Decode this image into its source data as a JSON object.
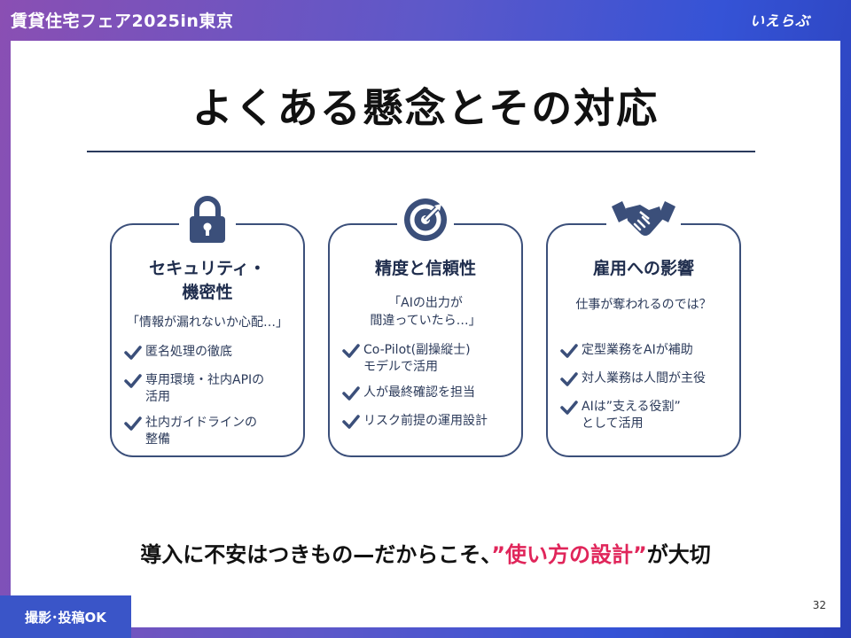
{
  "header": {
    "event_title": "賃貸住宅フェア2025in東京",
    "logo_text": "いえらぶ"
  },
  "slide": {
    "title": "よくある懸念とその対応",
    "cards": [
      {
        "icon": "lock-icon",
        "title": "セキュリティ・\n機密性",
        "subtitle": "「情報が漏れないか心配…」",
        "items": [
          "匿名処理の徹底",
          "専用環境・社内APIの\n活用",
          "社内ガイドラインの\n整備"
        ]
      },
      {
        "icon": "target-icon",
        "title": "精度と信頼性",
        "subtitle": "「AIの出力が\n間違っていたら…」",
        "items": [
          "Co-Pilot(副操縦士)\nモデルで活用",
          "人が最終確認を担当",
          "リスク前提の運用設計"
        ]
      },
      {
        "icon": "handshake-icon",
        "title": "雇用への影響",
        "subtitle": "仕事が奪われるのでは？",
        "items": [
          "定型業務をAIが補助",
          "対人業務は人間が主役",
          "AIは”支える役割”\nとして活用"
        ]
      }
    ],
    "footer": {
      "before": "導入に不安はつきもの—だからこそ、",
      "highlight": "”使い方の設計”",
      "after": "が大切"
    },
    "page_number": "32"
  },
  "badge": {
    "label": "撮影･投稿OK"
  },
  "colors": {
    "accent_navy": "#3b4f7a",
    "highlight_pink": "#e0255a",
    "badge_blue": "#3a55c8"
  }
}
